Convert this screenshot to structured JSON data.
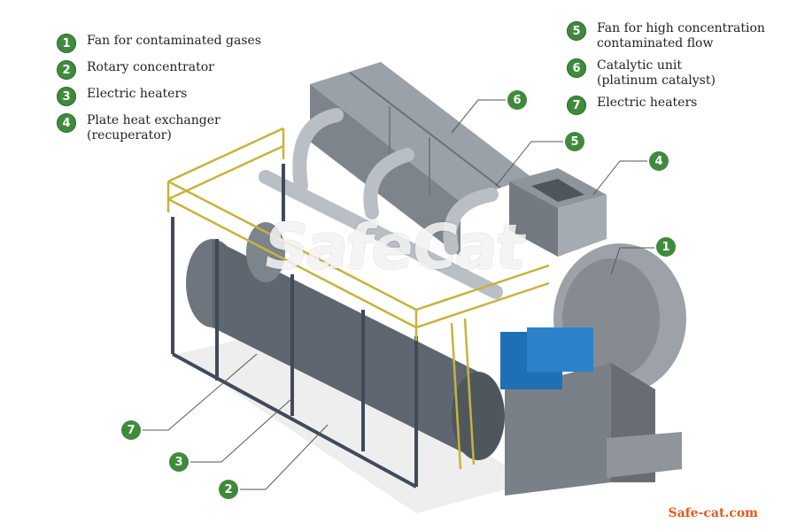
{
  "legend_left": [
    {
      "num": "1",
      "label": "Fan for contaminated gases"
    },
    {
      "num": "2",
      "label": "Rotary concentrator"
    },
    {
      "num": "3",
      "label": "Electric heaters"
    },
    {
      "num": "4",
      "label": "Plate heat exchanger\n(recuperator)"
    }
  ],
  "legend_right": [
    {
      "num": "5",
      "label": "Fan for high concentration\ncontaminated flow"
    },
    {
      "num": "6",
      "label": "Catalytic unit\n(platinum catalyst)"
    },
    {
      "num": "7",
      "label": "Electric heaters"
    }
  ],
  "callouts": {
    "c1": "1",
    "c2": "2",
    "c3": "3",
    "c4": "4",
    "c5": "5",
    "c6": "6",
    "c7": "7"
  },
  "watermark": "SafeCat",
  "footer": "Safe-cat.com",
  "colors": {
    "badge": "#3f8a3c",
    "footer": "#e25a1b",
    "equipment": "#8a9198",
    "railing": "#c9b23a",
    "motor": "#1e6fb4"
  }
}
